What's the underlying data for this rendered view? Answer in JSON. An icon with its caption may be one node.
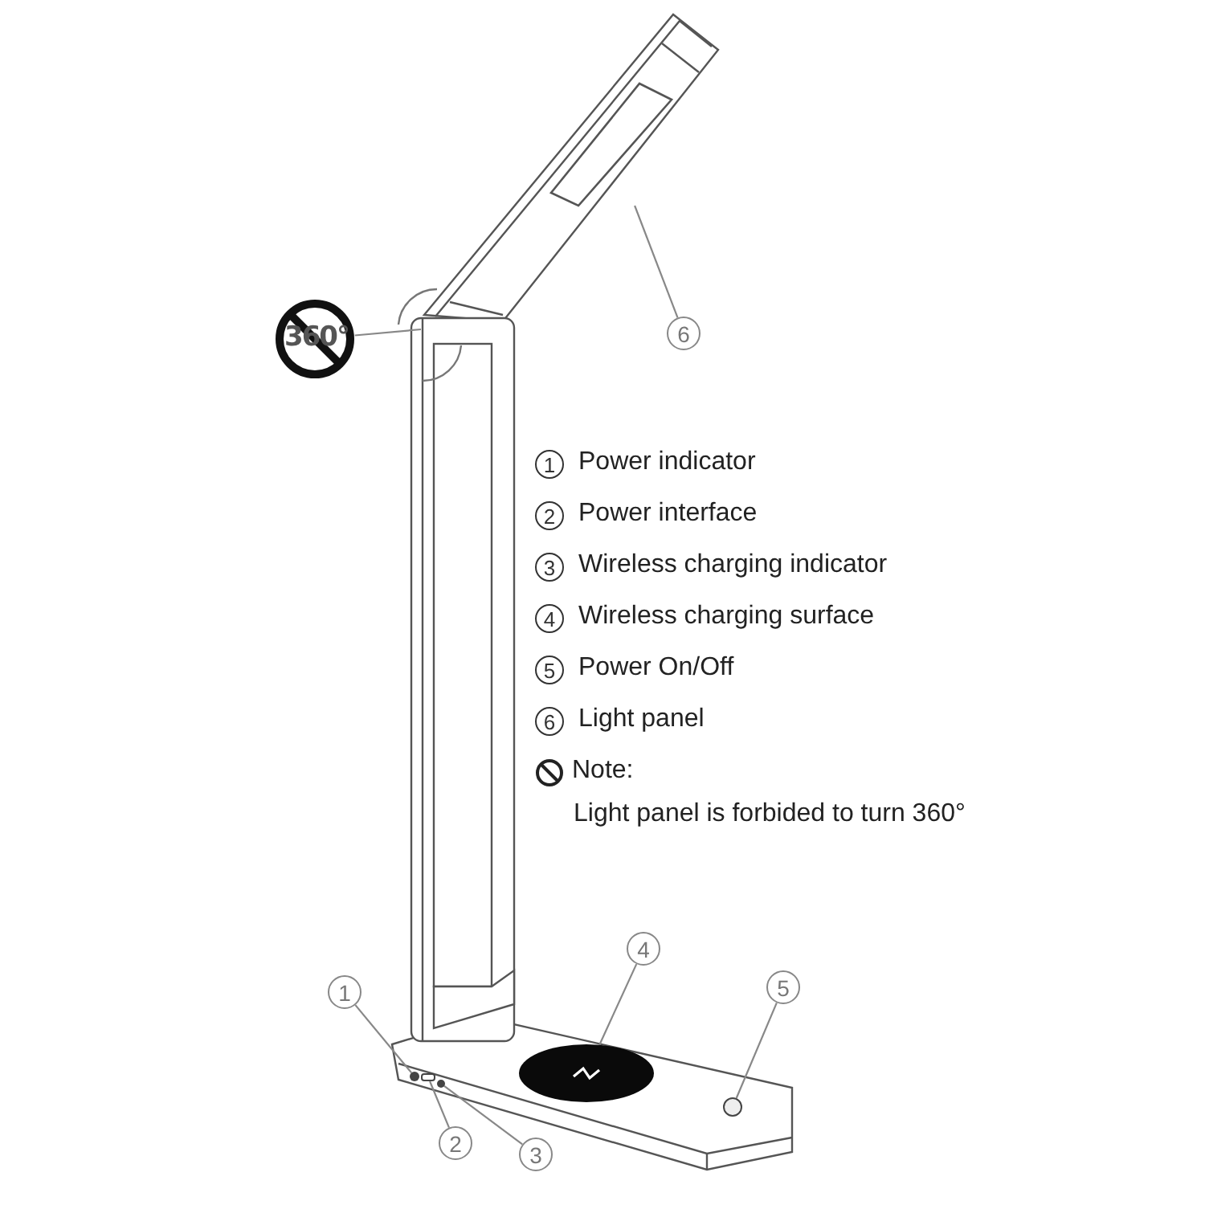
{
  "diagram": {
    "nodes": [
      {
        "text": [
          "360°"
        ]
      },
      {
        "text": [],
        "shape": "box"
      },
      {
        "text": [
          "6"
        ]
      },
      {
        "text": [
          "1"
        ]
      },
      {
        "text": [
          "4"
        ]
      },
      {
        "text": [
          "5"
        ]
      },
      {
        "text": [
          "2"
        ]
      },
      {
        "text": [
          "3"
        ]
      },
      {
        "text": [],
        "shape": "circle"
      },
      {
        "text": [],
        "shape": "box"
      },
      {
        "text": [],
        "shape": "circle"
      },
      {
        "text": [],
        "shape": "circle"
      },
      {
        "text": [],
        "shape": "circle"
      }
    ],
    "edges": [
      {
        "from": 0,
        "to": null,
        "arrow": "none"
      },
      {
        "from": 2,
        "to": 1,
        "arrow": "none"
      },
      {
        "from": 3,
        "to": 8,
        "arrow": "none"
      },
      {
        "from": 4,
        "to": 11,
        "arrow": "none"
      },
      {
        "from": 5,
        "to": 12,
        "arrow": "none"
      },
      {
        "from": 6,
        "to": 9,
        "arrow": "none"
      },
      {
        "from": 7,
        "to": 10,
        "arrow": "none"
      }
    ],
    "labels": [
      "1",
      "Power indicator",
      "2",
      "Power interface",
      "3",
      "Wireless charging indicator",
      "4",
      "Wireless charging surface",
      "5",
      "Power On/Off",
      "6",
      "Light panel",
      "Note:",
      "Light panel is forbided to turn 360°"
    ]
  }
}
